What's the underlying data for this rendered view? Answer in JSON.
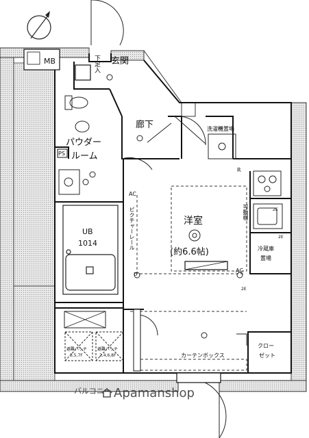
{
  "rooms": {
    "entrance": "玄関",
    "shoe_storage": "下足入",
    "hallway": "廊下",
    "powder_room_1": "パウダー",
    "powder_room_2": "ルーム",
    "ps": "PS",
    "mb": "MB",
    "ub": "UB",
    "ub_size": "1014",
    "washer_space": "洗濯機置場",
    "western_room": "洋室",
    "western_room_size": "(約6.6帖)",
    "picture_rail": "ピクチャーレール",
    "ventilation_shelf": "可動棚",
    "fridge_space_1": "冷蔵庫",
    "fridge_space_2": "置場",
    "curtain_box": "カーテンボックス",
    "closet_1": "クロー",
    "closet_2": "ゼット",
    "balcony": "バルコニー",
    "hatch_left_1": "避難ハッチ",
    "hatch_left_2": "3,5,7F",
    "hatch_right_1": "避難ハッチ",
    "hatch_right_2": "2,4,6,8F",
    "mark_ac": "AC",
    "mark_ac2": "AC",
    "mark_r": "R",
    "mark_2e_1": "2E",
    "mark_2e_2": "2E",
    "mark_2e_3": "2E",
    "mark_2e_4": "2E",
    "mark_d": "D"
  },
  "watermark": "Apamanshop"
}
